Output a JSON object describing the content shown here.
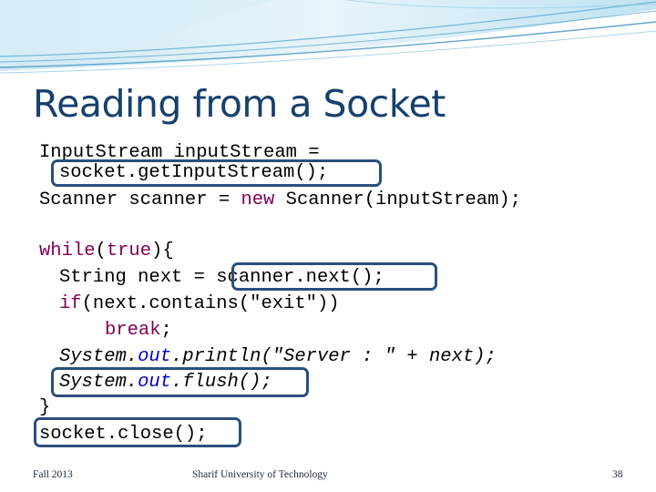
{
  "slide": {
    "title": "Reading from a Socket",
    "code": {
      "l1": "InputStream inputStream =",
      "l2": "socket.getInputStream();",
      "l3_a": "Scanner scanner = ",
      "l3_kw": "new",
      "l3_b": " Scanner(inputStream);",
      "l4_kw": "while",
      "l4_a": "(",
      "l4_kw2": "true",
      "l4_b": "){",
      "l5_a": "String next = ",
      "l5_b": "scanner.next();",
      "l6_kw": "if",
      "l6_a": "(next.contains(\"exit\"))",
      "l7_kw": "break",
      "l7_a": ";",
      "l8_a": "System.",
      "l8_fld": "out",
      "l8_b": ".println(\"Server : \" + next);",
      "l9_a": "System.",
      "l9_fld": "out",
      "l9_b": ".flush();",
      "l10": "}",
      "l11": "socket.close();"
    },
    "footer": {
      "left": "Fall 2013",
      "center": "Sharif University of Technology",
      "page": "38"
    }
  }
}
